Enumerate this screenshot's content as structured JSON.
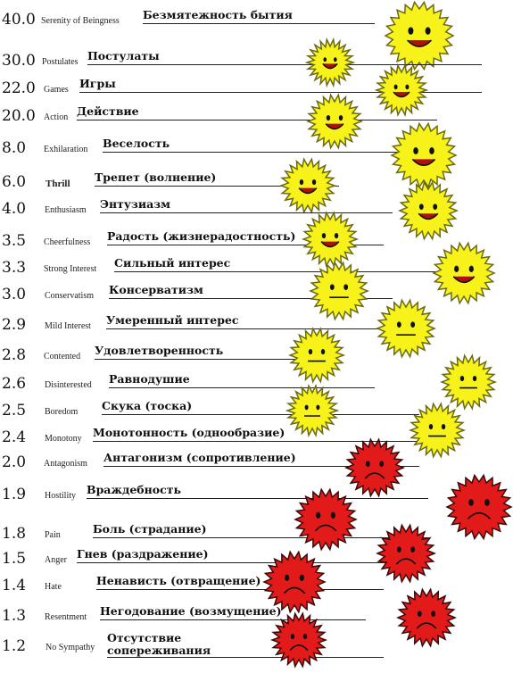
{
  "levels": [
    {
      "num": "40.0",
      "en": "Serenity of Beingness",
      "ru": "Безмятежность бытия",
      "sun": "yellow"
    },
    {
      "num": "30.0",
      "en": "Postulates",
      "ru": "Постулаты",
      "sun": "yellow"
    },
    {
      "num": "22.0",
      "en": "Games",
      "ru": "Игры",
      "sun": "yellow"
    },
    {
      "num": "20.0",
      "en": "Action",
      "ru": "Действие",
      "sun": "yellow"
    },
    {
      "num": "8.0",
      "en": "Exhilaration",
      "ru": "Веселость",
      "sun": "yellow"
    },
    {
      "num": "6.0",
      "en": "Thrill",
      "ru": "Трепет (волнение)",
      "sun": "yellow"
    },
    {
      "num": "4.0",
      "en": "Enthusiasm",
      "ru": "Энтузиазм",
      "sun": "yellow"
    },
    {
      "num": "3.5",
      "en": "Cheerfulness",
      "ru": "Радость (жизнерадостность)",
      "sun": "yellow"
    },
    {
      "num": "3.3",
      "en": "Strong Interest",
      "ru": "Сильный интерес",
      "sun": "yellow"
    },
    {
      "num": "3.0",
      "en": "Conservatism",
      "ru": "Консерватизм",
      "sun": "yellow"
    },
    {
      "num": "2.9",
      "en": "Mild Interest",
      "ru": "Умеренный интерес",
      "sun": "yellow"
    },
    {
      "num": "2.8",
      "en": "Contented",
      "ru": "Удовлетворенность",
      "sun": "yellow"
    },
    {
      "num": "2.6",
      "en": "Disinterested",
      "ru": "Равнодушие",
      "sun": "yellow"
    },
    {
      "num": "2.5",
      "en": "Boredom",
      "ru": "Скука (тоска)",
      "sun": "yellow"
    },
    {
      "num": "2.4",
      "en": "Monotony",
      "ru": "Монотонность (однообразие)",
      "sun": "yellow"
    },
    {
      "num": "2.0",
      "en": "Antagonism",
      "ru": "Антагонизм (сопротивление)",
      "sun": "red"
    },
    {
      "num": "1.9",
      "en": "Hostility",
      "ru": "Враждебность",
      "sun": "red"
    },
    {
      "num": "1.8",
      "en": "Pain",
      "ru": "Боль (страдание)",
      "sun": "red"
    },
    {
      "num": "1.5",
      "en": "Anger",
      "ru": "Гнев (раздражение)",
      "sun": "red"
    },
    {
      "num": "1.4",
      "en": "Hate",
      "ru": "Ненависть (отвращение)",
      "sun": "red"
    },
    {
      "num": "1.3",
      "en": "Resentment",
      "ru": "Негодование (возмущение)",
      "sun": "red"
    },
    {
      "num": "1.2",
      "en": "No Sympathy",
      "ru": "Отсутствие сопереживания",
      "sun": "red"
    }
  ],
  "colors": {
    "yellow_fill": "#f7f31a",
    "yellow_edge": "#6b6a10",
    "red_fill": "#e21a1a",
    "red_edge": "#3a0808",
    "ink": "#111111"
  }
}
